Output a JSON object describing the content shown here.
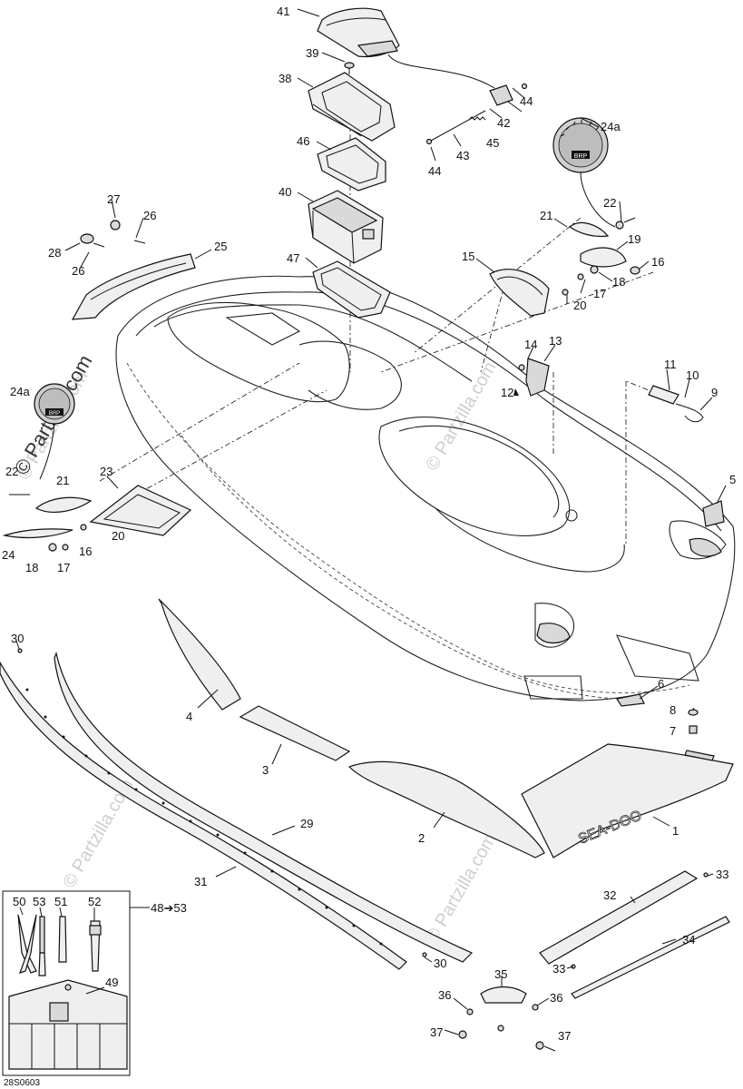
{
  "watermark": "© Partzilla.com",
  "diagram_code": "28S0603",
  "brand_badge": "BRP",
  "decal_text": "SEA-DOO",
  "tool_kit_range": "48➔53",
  "labels": {
    "p1": "1",
    "p2": "2",
    "p3": "3",
    "p4": "4",
    "p5": "5",
    "p6": "6",
    "p7": "7",
    "p8": "8",
    "p9": "9",
    "p10": "10",
    "p11": "11",
    "p12": "12",
    "p13": "13",
    "p14": "14",
    "p15": "15",
    "p16a": "16",
    "p16b": "16",
    "p17a": "17",
    "p17b": "17",
    "p18a": "18",
    "p18b": "18",
    "p19": "19",
    "p20a": "20",
    "p20b": "20",
    "p21a": "21",
    "p21b": "21",
    "p22a": "22",
    "p22b": "22",
    "p23": "23",
    "p24": "24",
    "p24a1": "24a",
    "p24a2": "24a",
    "p25": "25",
    "p26a": "26",
    "p26b": "26",
    "p27": "27",
    "p28": "28",
    "p29": "29",
    "p30a": "30",
    "p30b": "30",
    "p31": "31",
    "p32": "32",
    "p33a": "33",
    "p33b": "33",
    "p34": "34",
    "p35": "35",
    "p36a": "36",
    "p36b": "36",
    "p37a": "37",
    "p37b": "37",
    "p38": "38",
    "p39": "39",
    "p40": "40",
    "p41": "41",
    "p42": "42",
    "p43": "43",
    "p44a": "44",
    "p44b": "44",
    "p45": "45",
    "p46": "46",
    "p47": "47",
    "p49": "49",
    "p50": "50",
    "p51": "51",
    "p52": "52",
    "p53": "53"
  }
}
